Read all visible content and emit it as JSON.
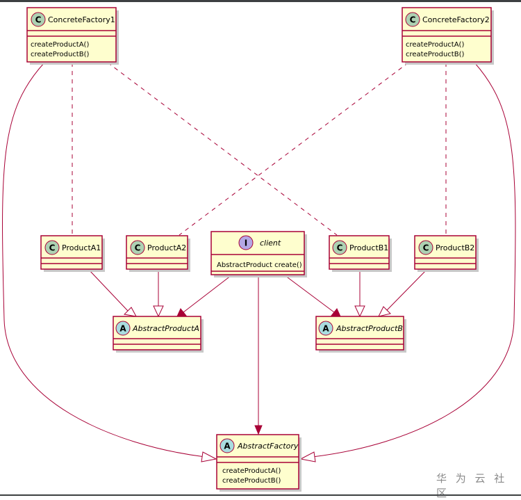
{
  "diagram": {
    "classes": {
      "concrete_factory_1": {
        "badge": "C",
        "name": "ConcreteFactory1",
        "methods": [
          "createProductA()",
          "createProductB()"
        ]
      },
      "concrete_factory_2": {
        "badge": "C",
        "name": "ConcreteFactory2",
        "methods": [
          "createProductA()",
          "createProductB()"
        ]
      },
      "product_a1": {
        "badge": "C",
        "name": "ProductA1"
      },
      "product_a2": {
        "badge": "C",
        "name": "ProductA2"
      },
      "client": {
        "badge": "I",
        "name": "client",
        "methods": [
          "AbstractProduct create()"
        ]
      },
      "product_b1": {
        "badge": "C",
        "name": "ProductB1"
      },
      "product_b2": {
        "badge": "C",
        "name": "ProductB2"
      },
      "abstract_product_a": {
        "badge": "A",
        "name": "AbstractProductA"
      },
      "abstract_product_b": {
        "badge": "A",
        "name": "AbstractProductB"
      },
      "abstract_factory": {
        "badge": "A",
        "name": "AbstractFactory",
        "methods": [
          "createProductA()",
          "createProductB()"
        ]
      }
    }
  },
  "colors": {
    "box_fill": "#fefece",
    "border": "#a80036",
    "class_badge": "#add1b2",
    "abstract_badge": "#a9dcdf",
    "interface_badge": "#b4a7e5"
  },
  "watermark": "华 为 云 社 区"
}
